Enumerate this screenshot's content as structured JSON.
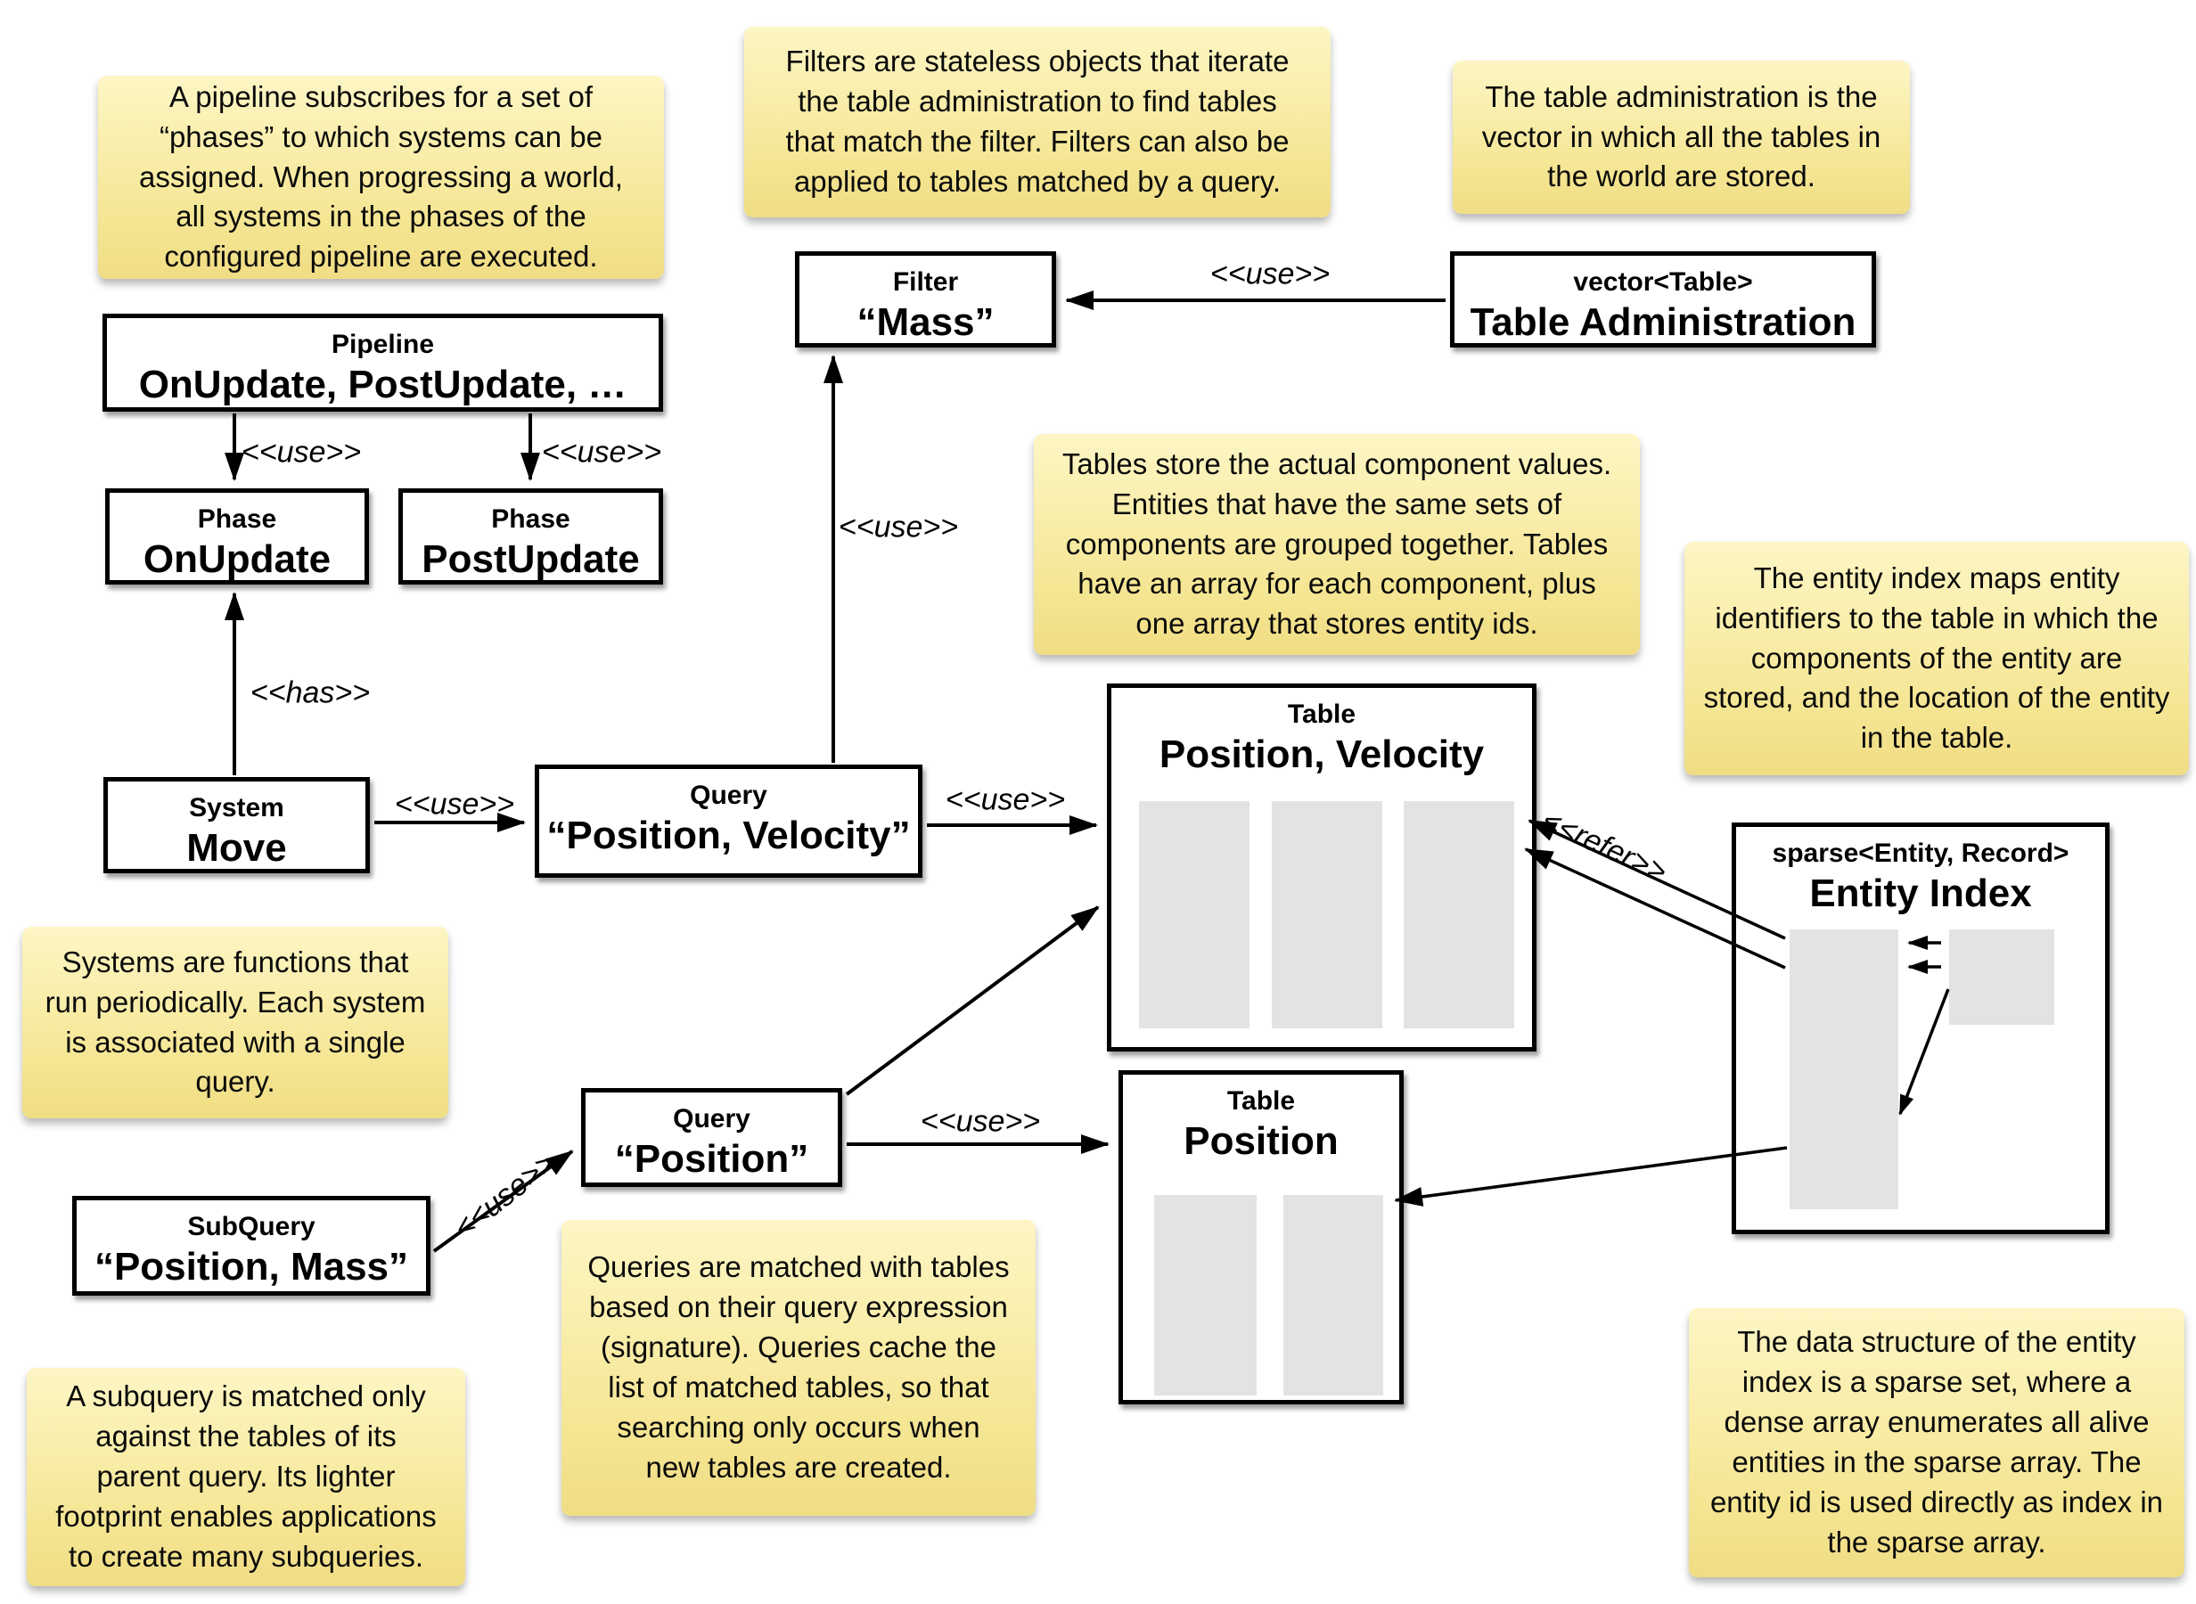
{
  "diagram": {
    "notes": {
      "pipeline": "A pipeline subscribes for a set of\n“phases” to which systems can be\nassigned. When progressing a world,\nall systems in the phases of the\nconfigured pipeline are executed.",
      "filters": "Filters are stateless objects that iterate\nthe table administration to find tables\nthat match the filter. Filters can also be\napplied to tables matched by a query.",
      "table_admin": "The table administration is the\nvector in which all the tables in\nthe world are stored.",
      "tables": "Tables store the actual component values.\nEntities that have the same sets of\ncomponents are grouped together. Tables\nhave an array for each component, plus\none array that stores entity ids.",
      "entity_index": "The entity index maps entity\nidentifiers to the table in which the\ncomponents of the entity are\nstored, and the location of the entity\nin the table.",
      "systems": "Systems are functions that\nrun periodically. Each system\nis associated with a single\nquery.",
      "queries": "Queries are matched with tables\nbased on their query expression\n(signature). Queries cache the\nlist of matched tables, so that\nsearching only occurs when\nnew tables are created.",
      "subquery": "A subquery is matched only\nagainst the tables of its\nparent query. Its lighter\nfootprint enables applications\nto create many subqueries.",
      "sparse_set": "The data structure of the entity\nindex is a sparse set, where a\ndense array enumerates all alive\nentities in the sparse array. The\nentity id is used directly as index in\nthe sparse array."
    },
    "boxes": {
      "pipeline": {
        "stereotype": "Pipeline",
        "name": "OnUpdate, PostUpdate, …"
      },
      "phase_onupdate": {
        "stereotype": "Phase",
        "name": "OnUpdate"
      },
      "phase_postupdate": {
        "stereotype": "Phase",
        "name": "PostUpdate"
      },
      "filter": {
        "stereotype": "Filter",
        "name": "“Mass”"
      },
      "table_admin": {
        "stereotype": "vector<Table>",
        "name": "Table Administration"
      },
      "system_move": {
        "stereotype": "System",
        "name": "Move"
      },
      "query_pos_vel": {
        "stereotype": "Query",
        "name": "“Position, Velocity”"
      },
      "table_pos_vel": {
        "stereotype": "Table",
        "name": "Position, Velocity"
      },
      "entity_index": {
        "stereotype": "sparse<Entity, Record>",
        "name": "Entity Index"
      },
      "query_pos": {
        "stereotype": "Query",
        "name": "“Position”"
      },
      "table_pos": {
        "stereotype": "Table",
        "name": "Position"
      },
      "subquery": {
        "stereotype": "SubQuery",
        "name": "“Position, Mass”"
      }
    },
    "edge_labels": {
      "use": "<<use>>",
      "has": "<<has>>",
      "refer": "<<refer>>"
    }
  }
}
